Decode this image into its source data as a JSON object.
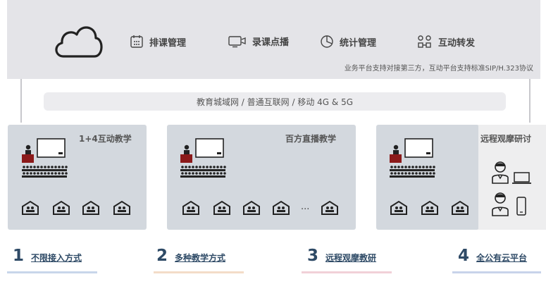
{
  "cloud": {
    "services": [
      {
        "icon": "calendar-icon",
        "label": "排课管理"
      },
      {
        "icon": "monitor-icon",
        "label": "录课点播"
      },
      {
        "icon": "pie-chart-icon",
        "label": "统计管理"
      },
      {
        "icon": "share-nodes-icon",
        "label": "互动转发"
      }
    ],
    "note": "业务平台支持对接第三方，互动平台支持标准SIP/H.323协议"
  },
  "network": {
    "label": "教育城域网 / 普通互联网 / 移动 4G & 5G"
  },
  "panels": [
    {
      "title": "1+4互动教学"
    },
    {
      "title": "百方直播教学",
      "ellipsis": "..."
    },
    {
      "title": "远程观摩研讨"
    }
  ],
  "features": [
    {
      "num": "1",
      "label": "不限接入方式",
      "bar_color": "#c8d6ea"
    },
    {
      "num": "2",
      "label": "多种教学方式",
      "bar_color": "#f3dcc8"
    },
    {
      "num": "3",
      "label": "远程观摩教研",
      "bar_color": "#f1d0d8"
    },
    {
      "num": "4",
      "label": "全公有云平台",
      "bar_color": "#c8d3ea"
    }
  ]
}
